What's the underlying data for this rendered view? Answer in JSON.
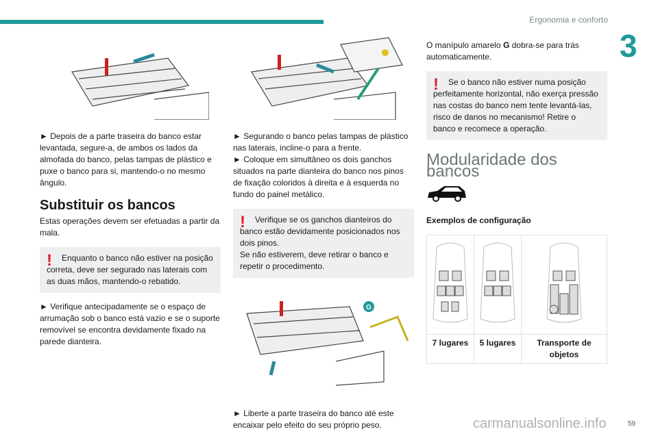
{
  "header": {
    "section": "Ergonomia e conforto",
    "chapter": "3",
    "accent": "#1f9a9a"
  },
  "left": {
    "p1": "► Depois de a parte traseira do banco estar levantada, segure-a, de ambos os lados da almofada do banco, pelas tampas de plástico e puxe o banco para si, mantendo-o no mesmo ângulo.",
    "heading": "Substituir os bancos",
    "p2": "Estas operações devem ser efetuadas a partir da mala.",
    "warning": "Enquanto o banco não estiver na posição correta, deve ser segurado nas laterais com as duas mãos, mantendo-o rebatido.",
    "p3": "► Verifique antecipadamente se o espaço de arrumação sob o banco está vazio e se o suporte removível se encontra devidamente fixado na parede dianteira."
  },
  "middle": {
    "p1": "► Segurando o banco pelas tampas de plástico nas laterais, incline-o para a frente.",
    "p2": "► Coloque em simultâneo os dois ganchos situados na parte dianteira do banco nos pinos de fixação coloridos à direita e à esquerda no fundo do painel metálico.",
    "warning1": "Verifique se os ganchos dianteiros do banco estão devidamente posicionados nos dois pinos.",
    "warning2": "Se não estiverem, deve retirar o banco e repetir o procedimento.",
    "illus_label": "G",
    "p3": "► Liberte a parte traseira do banco até este encaixar pelo efeito do seu próprio peso."
  },
  "right": {
    "p1_a": "O manípulo amarelo ",
    "p1_b": "G",
    "p1_c": " dobra-se para trás automaticamente.",
    "warning": "Se o banco não estiver numa posição perfeitamente horizontal, não exerça pressão nas costas do banco nem tente levantá-las, risco de danos no mecanismo! Retire o banco e recomece a operação.",
    "heading": "Modularidade dos bancos",
    "subheading": "Exemplos de configuração",
    "configs": [
      {
        "label": "7 lugares"
      },
      {
        "label": "5 lugares"
      },
      {
        "label": "Transporte de objetos"
      }
    ]
  },
  "footer": {
    "page": "59",
    "watermark": "carmanualsonline.info"
  }
}
